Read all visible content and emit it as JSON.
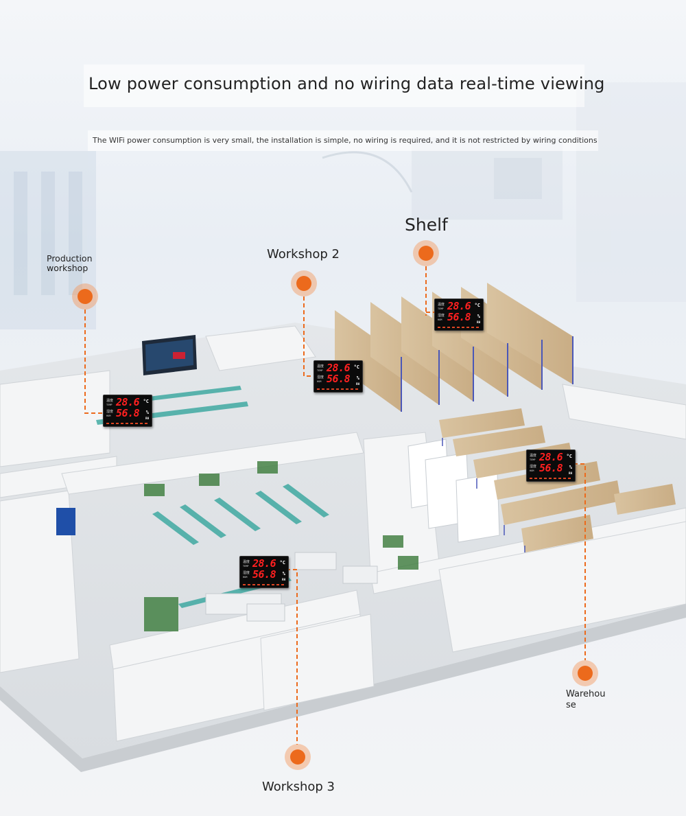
{
  "header": {
    "title": "Low power consumption and no wiring data real-time viewing",
    "subtitle": "The WIFi power consumption is very small, the installation is simple, no wiring is required, and it is not restricted by wiring conditions"
  },
  "locations": {
    "production": "Production workshop",
    "workshop2": "Workshop 2",
    "shelf": "Shelf",
    "warehouse": "Warehou se",
    "workshop3": "Workshop 3"
  },
  "display": {
    "temp_label": "温度",
    "temp_sub": "TEMP",
    "hum_label": "湿度",
    "hum_sub": "HUM",
    "temperature": "28.6",
    "temp_unit": "°C",
    "humidity": "56.8",
    "hum_unit": "%",
    "hum_unit_sub": "RH"
  },
  "colors": {
    "accent": "#ec6a1c",
    "display_digits": "#ff2020",
    "display_bg": "#0b0b0b"
  }
}
